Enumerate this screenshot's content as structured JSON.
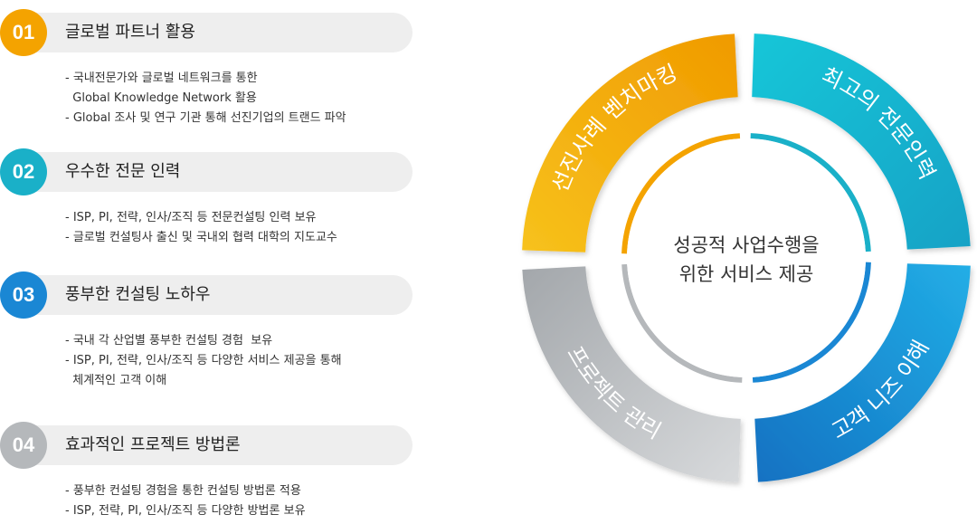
{
  "items": [
    {
      "number": "01",
      "color": "#f4a300",
      "title": "글로벌 파트너 활용",
      "bullets": [
        "- 국내전문가와 글로벌 네트워크를 통한",
        "  Global Knowledge Network 활용",
        "- Global 조사 및 연구 기관 통해 선진기업의 트랜드 파악"
      ]
    },
    {
      "number": "02",
      "color": "#1ab0c8",
      "title": "우수한 전문 인력",
      "bullets": [
        "- ISP, PI, 전략, 인사/조직 등 전문컨설팅 인력 보유",
        "- 글로벌 컨설팅사 출신 및 국내외 협력 대학의 지도교수"
      ]
    },
    {
      "number": "03",
      "color": "#1a87d4",
      "title": "풍부한 컨설팅 노하우",
      "bullets": [
        "- 국내 각 산업별 풍부한 컨설팅 경험  보유",
        "- ISP, PI, 전략, 인사/조직 등 다양한 서비스 제공을 통해",
        "  체계적인 고객 이해"
      ]
    },
    {
      "number": "04",
      "color": "#b5b8bb",
      "title": "효과적인 프로젝트 방법론",
      "bullets": [
        "- 풍부한 컨설팅 경험을 통한 컨설팅 방법론 적용",
        "- ISP, 전략, PI, 인사/조직 등 다양한 방법론 보유"
      ]
    }
  ],
  "cycle": {
    "center_line1": "성공적 사업수행을",
    "center_line2": "위한 서비스 제공",
    "segments": [
      {
        "label": "선진사례 벤치마킹",
        "color": "#f4a300"
      },
      {
        "label": "최고의 전문인력",
        "color": "#1ab0c8"
      },
      {
        "label": "고객 니즈 이해",
        "color": "#1a87d4"
      },
      {
        "label": "프로젝트 관리",
        "color": "#b5b8bb"
      }
    ]
  }
}
